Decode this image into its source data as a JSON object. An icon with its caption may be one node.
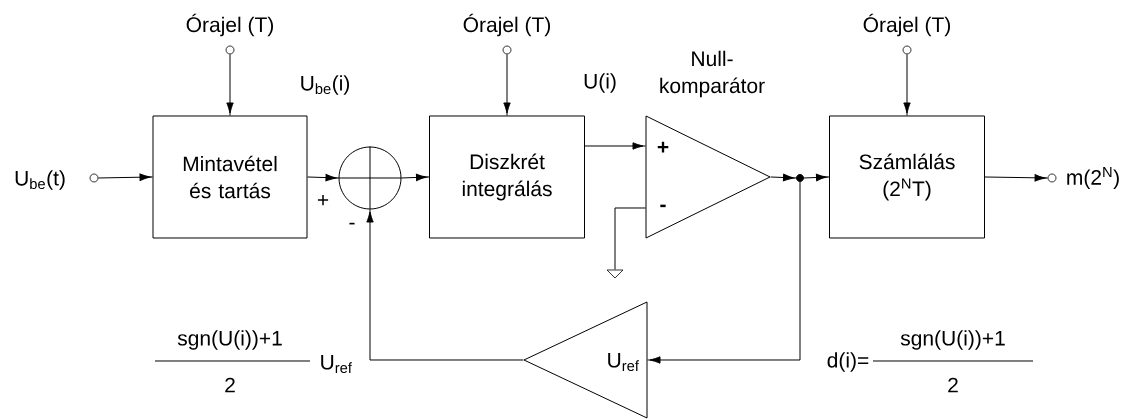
{
  "diagram": {
    "nodes": [
      {
        "text": [],
        "shape": "circle",
        "beside": [
          "U$_{be}$(t)"
        ]
      },
      {
        "text": [],
        "shape": "circle",
        "beside": [
          "Órajel (T)"
        ]
      },
      {
        "text": [
          "Mintavétel és tartás"
        ]
      },
      {
        "text": [],
        "shape": "circle"
      },
      {
        "text": [],
        "shape": "circle",
        "beside": [
          "Órajel (T)"
        ]
      },
      {
        "text": [
          "Diszkrét integrálás"
        ]
      },
      {
        "text": [
          "Null- komparátor",
          "+",
          "-"
        ]
      },
      {
        "text": [],
        "shape": "circle"
      },
      {
        "text": [],
        "shape": "circle",
        "beside": [
          "Órajel (T)"
        ]
      },
      {
        "text": [
          "Számlálás (2$^{N}$T)"
        ]
      },
      {
        "text": [],
        "shape": "circle",
        "beside": [
          "m(2$^{N}$)"
        ]
      },
      {
        "text": [
          "U$_{ref}$"
        ]
      },
      {
        "text": [],
        "shape": "ground"
      }
    ],
    "edges": [
      {
        "from": 0,
        "to": 2,
        "arrow": "to"
      },
      {
        "from": 1,
        "to": 2,
        "arrow": "to"
      },
      {
        "from": 2,
        "to": 3,
        "arrow": "to"
      },
      {
        "from": 3,
        "to": 5,
        "arrow": "to"
      },
      {
        "from": 4,
        "to": 5,
        "arrow": "to"
      },
      {
        "from": 5,
        "to": 6,
        "arrow": "to"
      },
      {
        "from": 6,
        "to": 12,
        "arrow": "none"
      },
      {
        "from": 6,
        "to": 7,
        "arrow": "to"
      },
      {
        "from": 7,
        "to": 9,
        "arrow": "to"
      },
      {
        "from": 8,
        "to": 9,
        "arrow": "to"
      },
      {
        "from": 9,
        "to": 10,
        "arrow": "to"
      },
      {
        "from": 7,
        "to": 11,
        "arrow": "to"
      },
      {
        "from": 11,
        "to": 3,
        "arrow": "to"
      }
    ],
    "labels": [
      "U$_{be}$(i)",
      "U(i)",
      "+",
      "-",
      "sgn(U(i))+1",
      "2",
      "U$_{ref}$",
      "d(i)=",
      "sgn(U(i))+1",
      "2"
    ]
  }
}
